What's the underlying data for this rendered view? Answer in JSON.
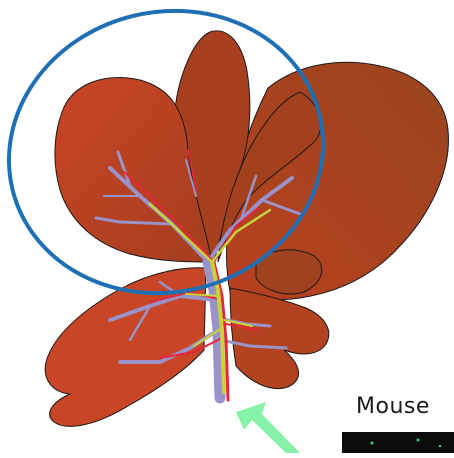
{
  "diagram": {
    "species_label": "Mouse",
    "colors": {
      "lobe_fill_dark": "#a0401f",
      "lobe_fill_light": "#c54426",
      "lobe_outline": "#1a1a1a",
      "highlight_ring": "#1f6fb5",
      "vein": "#9a93c9",
      "artery": "#e6263b",
      "bile_duct": "#c8d23a",
      "arrow": "#86f2a8",
      "inset_bg": "#0b0b0b",
      "inset_dots": "#3cd07a"
    },
    "parts": [
      "liver-lobes",
      "portal-vein",
      "hepatic-artery",
      "bile-duct",
      "highlight-ring",
      "entry-arrow",
      "image-inset"
    ]
  }
}
